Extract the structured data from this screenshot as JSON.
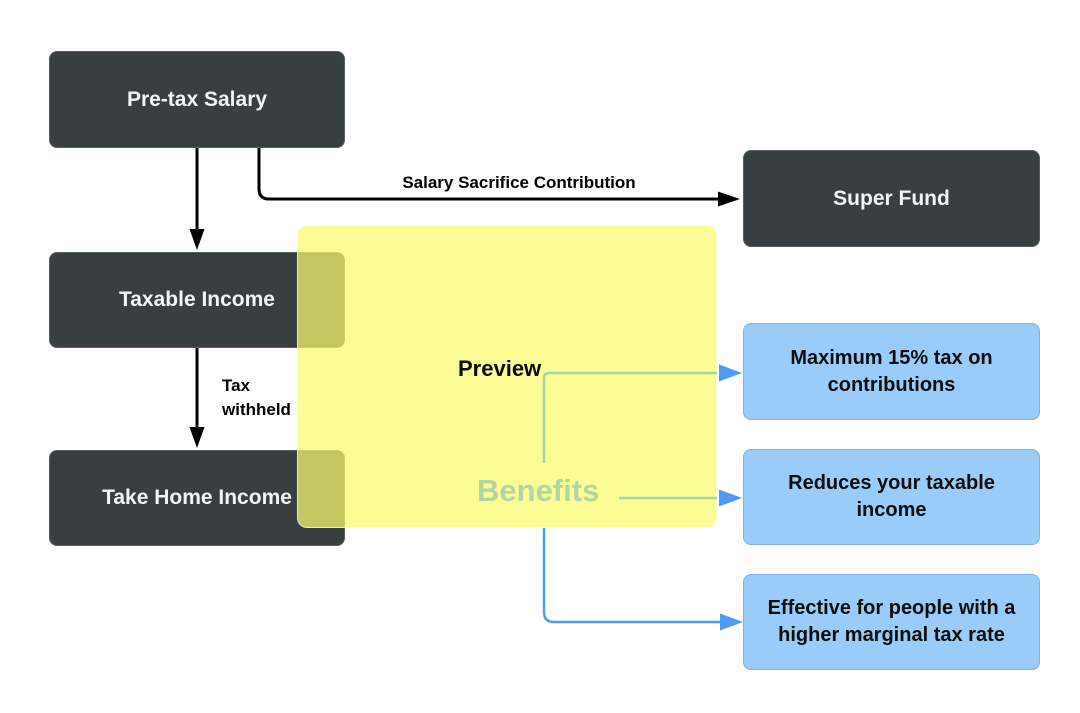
{
  "nodes": {
    "pretax": {
      "label": "Pre-tax Salary"
    },
    "taxable": {
      "label": "Taxable Income"
    },
    "takehome": {
      "label": "Take Home Income"
    },
    "superfund": {
      "label": "Super Fund"
    },
    "benefits": {
      "label": "Benefits"
    },
    "benefit1": {
      "lines": [
        "Maximum 15% tax on",
        "contributions"
      ]
    },
    "benefit2": {
      "lines": [
        "Reduces your taxable",
        "income"
      ]
    },
    "benefit3": {
      "lines": [
        "Effective for people with a",
        "higher marginal tax rate"
      ]
    }
  },
  "edges": {
    "salary_sacrifice": {
      "label": "Salary Sacrifice Contribution"
    },
    "tax_withheld": {
      "lines": [
        "Tax",
        "withheld"
      ]
    }
  },
  "overlay": {
    "label": "Preview"
  },
  "colors": {
    "node_dark_fill": "#383f41",
    "node_dark_text": "#f2f4f4",
    "node_blue_fill": "#9accfa",
    "node_blue_border": "#7db0e8",
    "arrow_black": "#000000",
    "arrow_blue": "#4d9cf2",
    "overlay_yellow": "#fbfb6c",
    "washed_green_line": "#a9d4a3",
    "benefits_text": "#b2d5a5"
  }
}
